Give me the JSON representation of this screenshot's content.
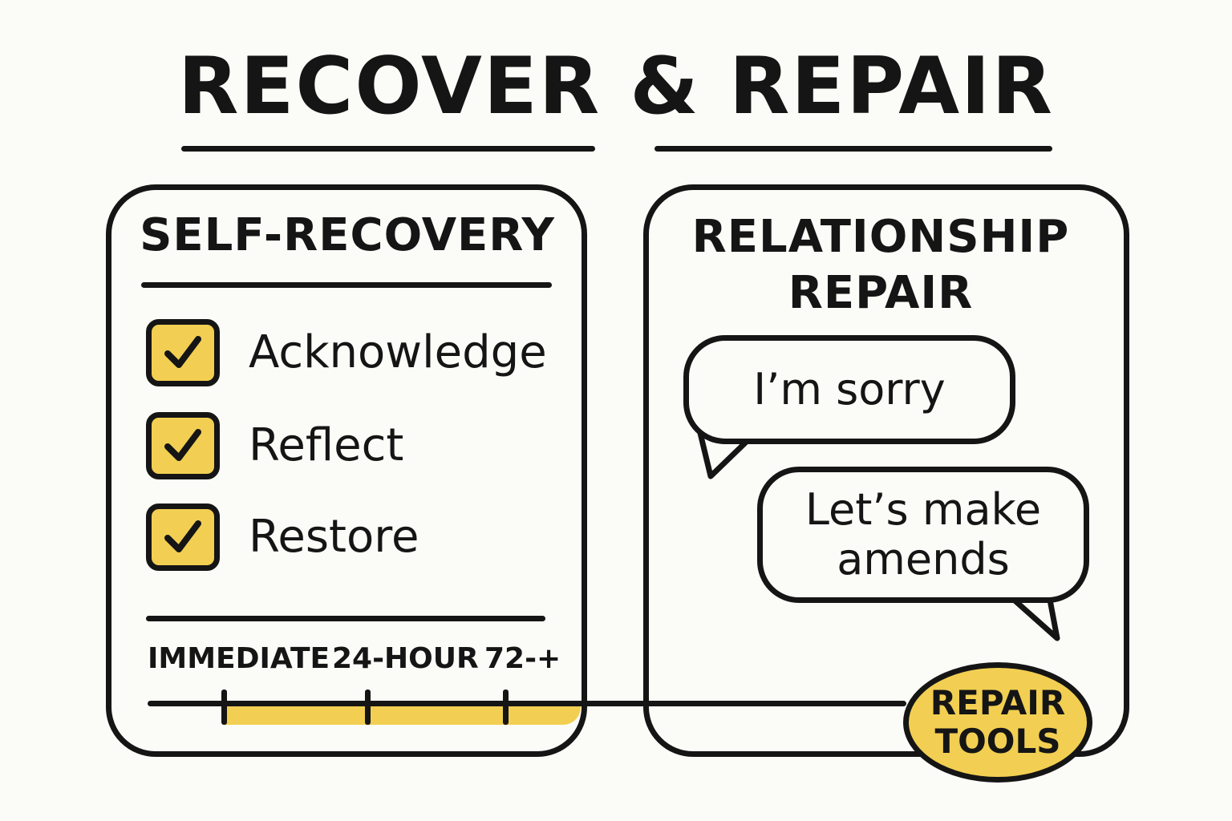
{
  "title": "RECOVER & REPAIR",
  "self_recovery": {
    "title": "SELF-RECOVERY",
    "steps": [
      "Acknowledge",
      "Reflect",
      "Restore"
    ],
    "timeline": [
      "IMMEDIATE",
      "24-HOUR",
      "72-+"
    ]
  },
  "relationship_repair": {
    "title_line1": "RELATIONSHIP",
    "title_line2": "REPAIR",
    "bubble1": "I’m sorry",
    "bubble2_line1": "Let’s make",
    "bubble2_line2": "amends"
  },
  "badge": {
    "line1": "REPAIR",
    "line2": "TOOLS"
  },
  "colors": {
    "accent": "#f2cf52",
    "ink": "#151515",
    "background": "#fbfbf7"
  },
  "icons": {
    "check": "checkmark-icon"
  }
}
